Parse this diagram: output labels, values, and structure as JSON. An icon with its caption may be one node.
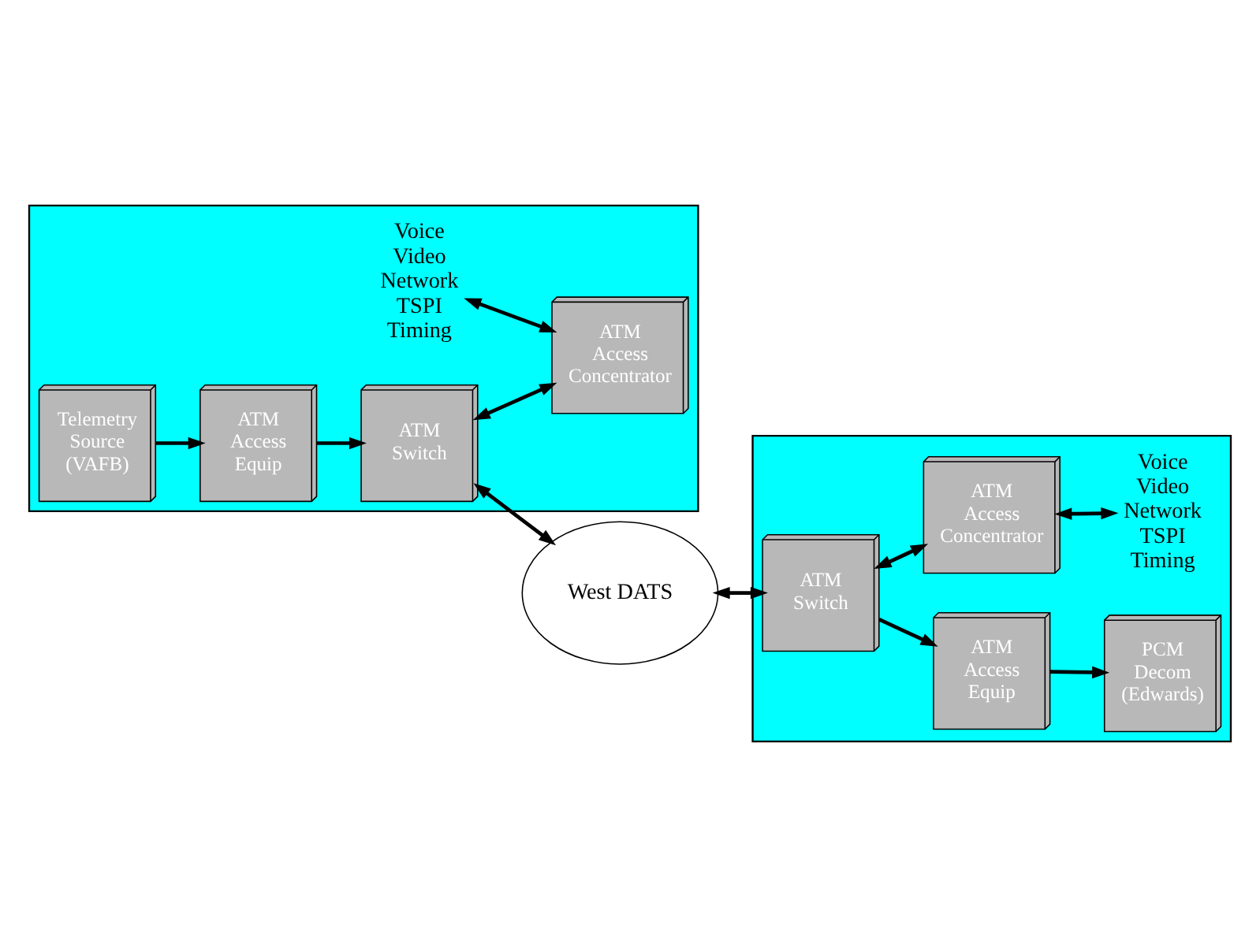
{
  "diagram": {
    "nodes": [
      {
        "text": [],
        "shape": "box"
      },
      {
        "text": [
          "Telemetry Source (VAFB)"
        ],
        "in": 0
      },
      {
        "text": [
          "ATM Access Equip"
        ],
        "in": 0
      },
      {
        "text": [
          "ATM Switch"
        ],
        "in": 0
      },
      {
        "text": [
          "ATM Access Concentrator"
        ],
        "in": 0
      },
      {
        "text": [
          "Voice",
          "Video",
          "Network",
          "TSPI",
          "Timing"
        ],
        "in": 0
      },
      {
        "text": [
          "West DATS"
        ]
      },
      {
        "text": [],
        "shape": "box"
      },
      {
        "text": [
          "ATM Switch"
        ],
        "in": 7
      },
      {
        "text": [
          "ATM Access Equip"
        ],
        "in": 7
      },
      {
        "text": [
          "PCM Decom (Edwards)"
        ],
        "in": 7
      },
      {
        "text": [
          "ATM Access Concentrator"
        ],
        "in": 7
      },
      {
        "text": [
          "Voice",
          "Video",
          "Network",
          "TSPI",
          "Timing"
        ],
        "in": 7
      }
    ],
    "edges": [
      {
        "from": 1,
        "to": 2,
        "arrow": "to"
      },
      {
        "from": 2,
        "to": 3,
        "arrow": "to"
      },
      {
        "from": 3,
        "to": 6,
        "arrow": "both"
      },
      {
        "from": 3,
        "to": 4,
        "arrow": "both"
      },
      {
        "from": 5,
        "to": 4,
        "arrow": "both"
      },
      {
        "from": 6,
        "to": 8,
        "arrow": "both"
      },
      {
        "from": 8,
        "to": 9,
        "arrow": "to"
      },
      {
        "from": 9,
        "to": 10,
        "arrow": "to"
      },
      {
        "from": 8,
        "to": 11,
        "arrow": "both"
      },
      {
        "from": 11,
        "to": 12,
        "arrow": "both"
      }
    ]
  }
}
